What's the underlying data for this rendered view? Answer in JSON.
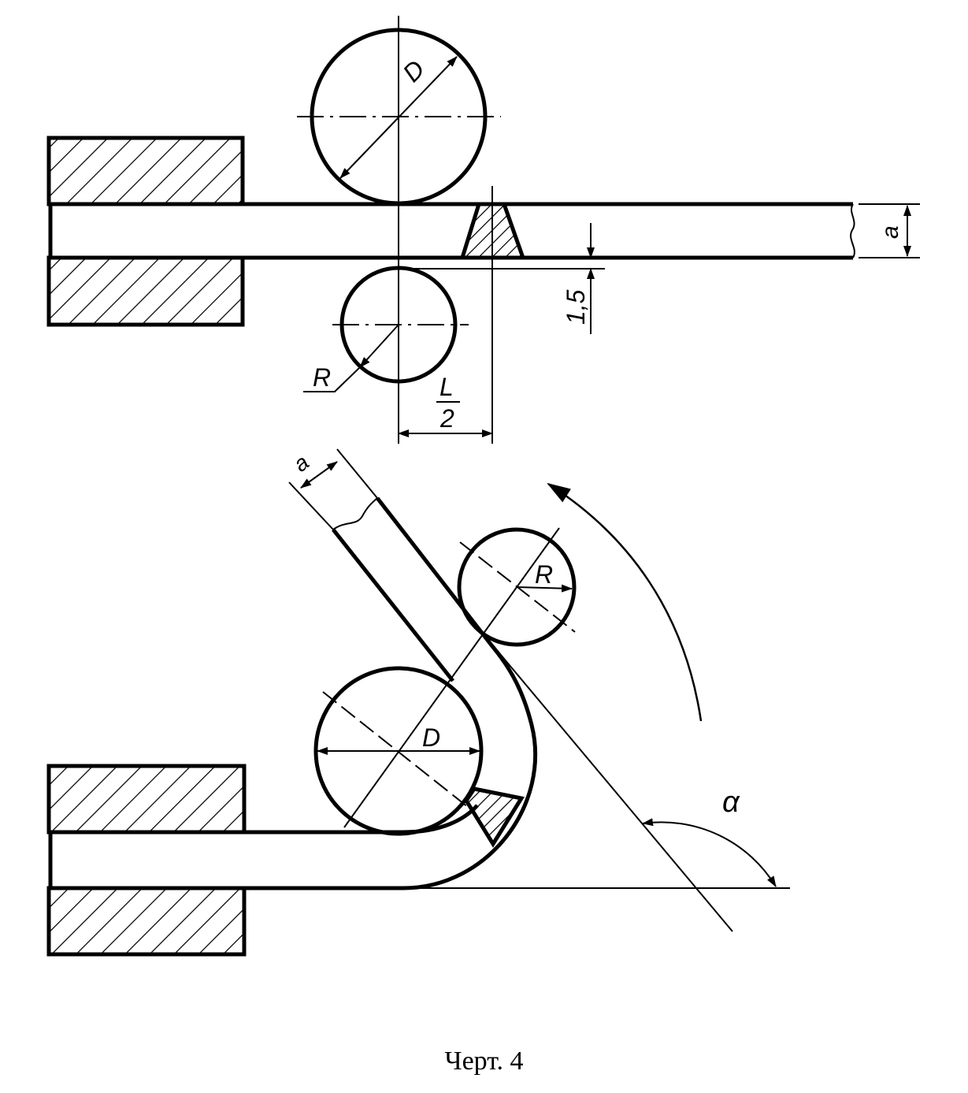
{
  "labels": {
    "top_D": "D",
    "top_R": "R",
    "top_L": "L",
    "top_L_den": "2",
    "top_1_5": "1,5",
    "top_a": "a",
    "bot_a": "a",
    "bot_R": "R",
    "bot_D": "D",
    "bot_alpha": "α"
  },
  "caption": "Черт. 4",
  "colors": {
    "ink": "#000000",
    "paper": "#ffffff"
  }
}
